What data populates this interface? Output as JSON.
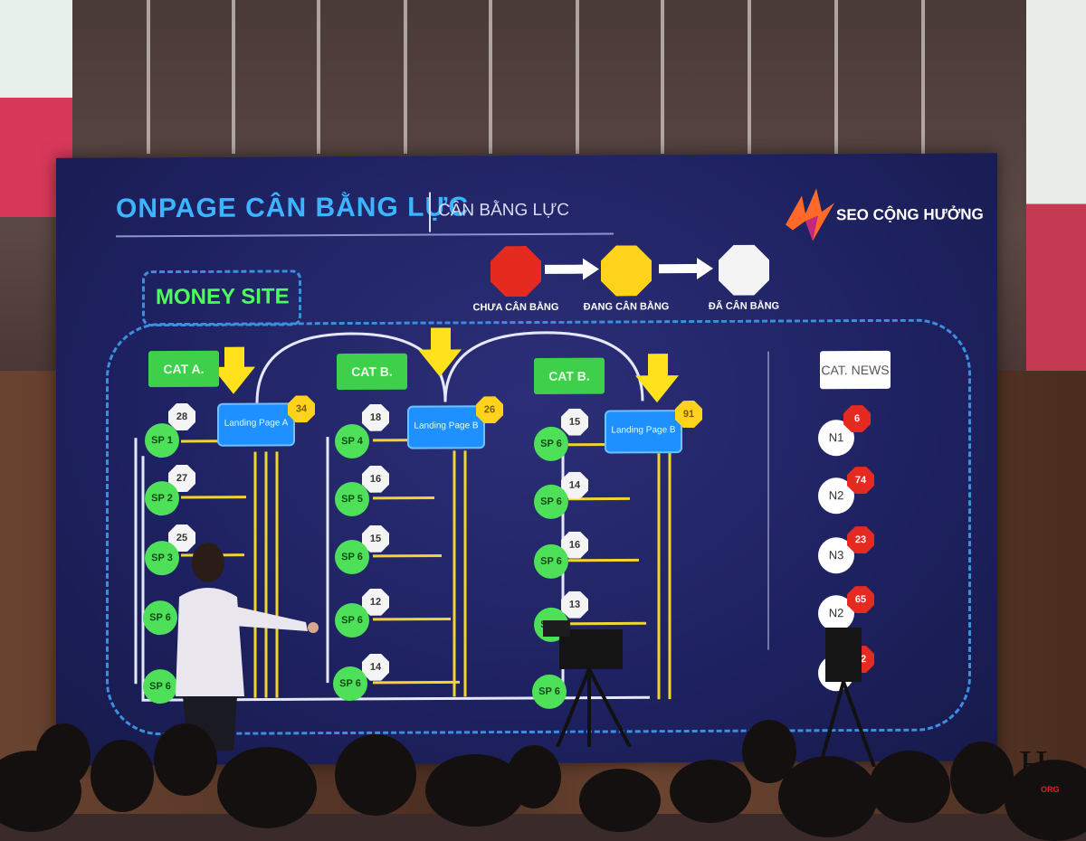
{
  "slide": {
    "title": "ONPAGE CÂN BẰNG LỰC",
    "subtitle": "CÂN BẰNG LỰC",
    "brand": "SEO CỘNG HƯỞNG",
    "section_label": "MONEY SITE",
    "legend": [
      {
        "label": "CHƯA CÂN BẰNG",
        "color": "#e52a1f"
      },
      {
        "label": "ĐANG CÂN BẰNG",
        "color": "#ffd21c"
      },
      {
        "label": "ĐÃ CÂN BẰNG",
        "color": "#f4f4f4"
      }
    ],
    "groups": [
      {
        "cat": "CAT A.",
        "landing": "Landing Page A",
        "landing_score": "34",
        "sps": [
          "SP 1",
          "SP 2",
          "SP 3",
          "SP 6",
          "SP 6"
        ],
        "scores": [
          "28",
          "27",
          "25"
        ]
      },
      {
        "cat": "CAT B.",
        "landing": "Landing Page B",
        "landing_score": "26",
        "sps": [
          "SP 4",
          "SP 5",
          "SP 6",
          "SP 6",
          "SP 6"
        ],
        "scores": [
          "18",
          "16",
          "15",
          "12",
          "14"
        ]
      },
      {
        "cat": "CAT B.",
        "landing": "Landing Page B",
        "landing_score": "91",
        "sps": [
          "SP 6",
          "SP 6",
          "SP 6",
          "SP 6",
          "SP 6"
        ],
        "scores": [
          "15",
          "14",
          "16",
          "13"
        ]
      }
    ],
    "news": {
      "cat": "CAT. NEWS",
      "items": [
        {
          "label": "N1",
          "score": "6"
        },
        {
          "label": "N2",
          "score": "74"
        },
        {
          "label": "N3",
          "score": "23"
        },
        {
          "label": "N2",
          "score": "65"
        },
        {
          "label": "",
          "score": "22"
        }
      ]
    }
  },
  "watermark": {
    "mark": "H",
    "sub": "ORG"
  }
}
